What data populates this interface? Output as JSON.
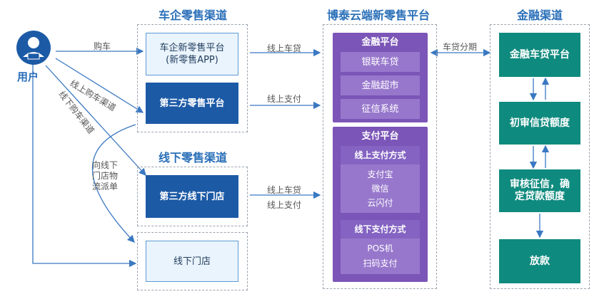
{
  "user": {
    "label": "用户"
  },
  "sections": {
    "car_channel": "车企零售渠道",
    "offline_channel": "线下零售渠道",
    "platform": "博泰云端新零售平台",
    "finance_channel": "金融渠道"
  },
  "car_boxes": {
    "oem_platform": "车企新零售平台\n(新零售APP)",
    "third_party_platform": "第三方零售平台"
  },
  "offline_boxes": {
    "third_party_store": "第三方线下门店",
    "offline_store": "线下门店"
  },
  "finance_platform": {
    "title": "金融平台",
    "items": [
      "银联车贷",
      "金融超市",
      "征信系统"
    ]
  },
  "payment_platform": {
    "title": "支付平台",
    "online": {
      "title": "线上支付方式",
      "items": [
        "支付宝",
        "微信",
        "云闪付"
      ]
    },
    "offline": {
      "title": "线下支付方式",
      "items": [
        "POS机",
        "扫码支付"
      ]
    }
  },
  "finance_flow": [
    "金融车贷平台",
    "初审信贷额度",
    "审核征信，确\n定贷款额度",
    "放款"
  ],
  "edge_labels": {
    "buy_car": "购车",
    "online_channel": "线上购车渠道",
    "offline_channel": "线下购车渠道",
    "dispatch": "向线下门店物流派单",
    "online_loan_1": "线上车贷",
    "online_pay_1": "线上支付",
    "online_loan_2": "线上车贷",
    "online_pay_2": "线上支付",
    "installment": "车贷分期"
  },
  "colors": {
    "title_blue": "#2a6fb8",
    "dark_blue": "#1c5aa6",
    "purple": "#7b55b7",
    "light_purple": "#9777cc",
    "green": "#0f8a7e",
    "line_blue": "#3a78c2"
  }
}
